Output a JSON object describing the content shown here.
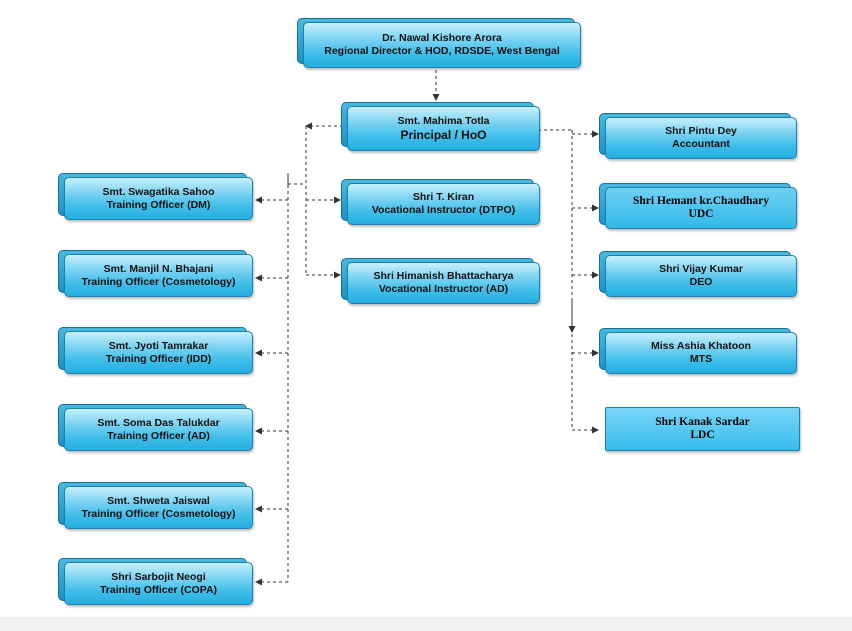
{
  "top": {
    "name": "Dr. Nawal Kishore Arora",
    "title": "Regional Director & HOD, RDSDE, West Bengal"
  },
  "principal": {
    "name": "Smt.  Mahima Totla",
    "title": "Principal / HoO"
  },
  "center": [
    {
      "name": "Shri T. Kiran",
      "title": "Vocational Instructor (DTPO)"
    },
    {
      "name": "Shri Himanish Bhattacharya",
      "title": "Vocational Instructor (AD)"
    }
  ],
  "left": [
    {
      "name": "Smt. Swagatika Sahoo",
      "title": "Training Officer (DM)"
    },
    {
      "name": "Smt.  Manjil N. Bhajani",
      "title": "Training Officer (Cosmetology)"
    },
    {
      "name": "Smt. Jyoti Tamrakar",
      "title": "Training Officer (IDD)"
    },
    {
      "name": "Smt. Soma Das Talukdar",
      "title": "Training Officer (AD)"
    },
    {
      "name": "Smt. Shweta Jaiswal",
      "title": "Training Officer (Cosmetology)"
    },
    {
      "name": "Shri  Sarbojit  Neogi",
      "title": "Training Officer (COPA)"
    }
  ],
  "right": [
    {
      "name": "Shri Pintu Dey",
      "title": "Accountant"
    },
    {
      "name": "Shri Hemant kr.Chaudhary",
      "title": "UDC"
    },
    {
      "name": "Shri  Vijay Kumar",
      "title": "DEO"
    },
    {
      "name": "Miss Ashia Khatoon",
      "title": "MTS"
    },
    {
      "name": "Shri Kanak Sardar",
      "title": "LDC"
    }
  ],
  "colors": {
    "box_top": "#c8f0fd",
    "box_bottom": "#24aee0",
    "border": "#1d7fae",
    "connector": "#333333"
  }
}
